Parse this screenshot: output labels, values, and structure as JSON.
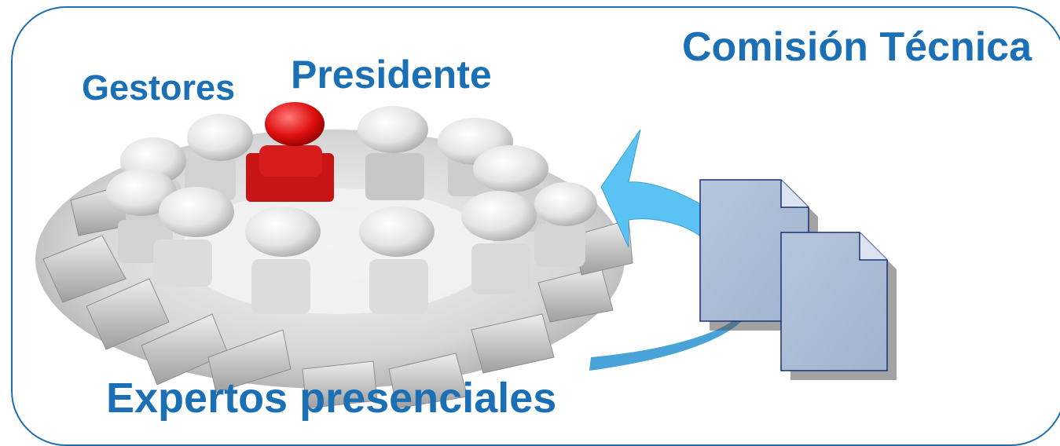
{
  "diagram": {
    "labels": {
      "comision": "Comisión Técnica",
      "presidente": "Presidente",
      "gestores": "Gestores",
      "expertos": "Expertos presenciales"
    }
  }
}
